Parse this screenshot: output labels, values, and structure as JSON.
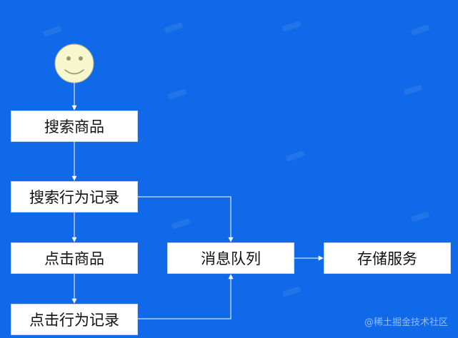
{
  "nodes": {
    "search_product": "搜索商品",
    "search_record": "搜索行为记录",
    "click_product": "点击商品",
    "click_record": "点击行为记录",
    "message_queue": "消息队列",
    "storage_service": "存储服务"
  },
  "watermark": "@稀土掘金技术社区",
  "colors": {
    "background": "#1069e8",
    "node_fill": "#ffffff",
    "edge": "#ffffff",
    "smiley_fill": "#f6f6cf",
    "smiley_eye": "#999966"
  },
  "icons": {
    "start": "smiley-face-icon"
  }
}
